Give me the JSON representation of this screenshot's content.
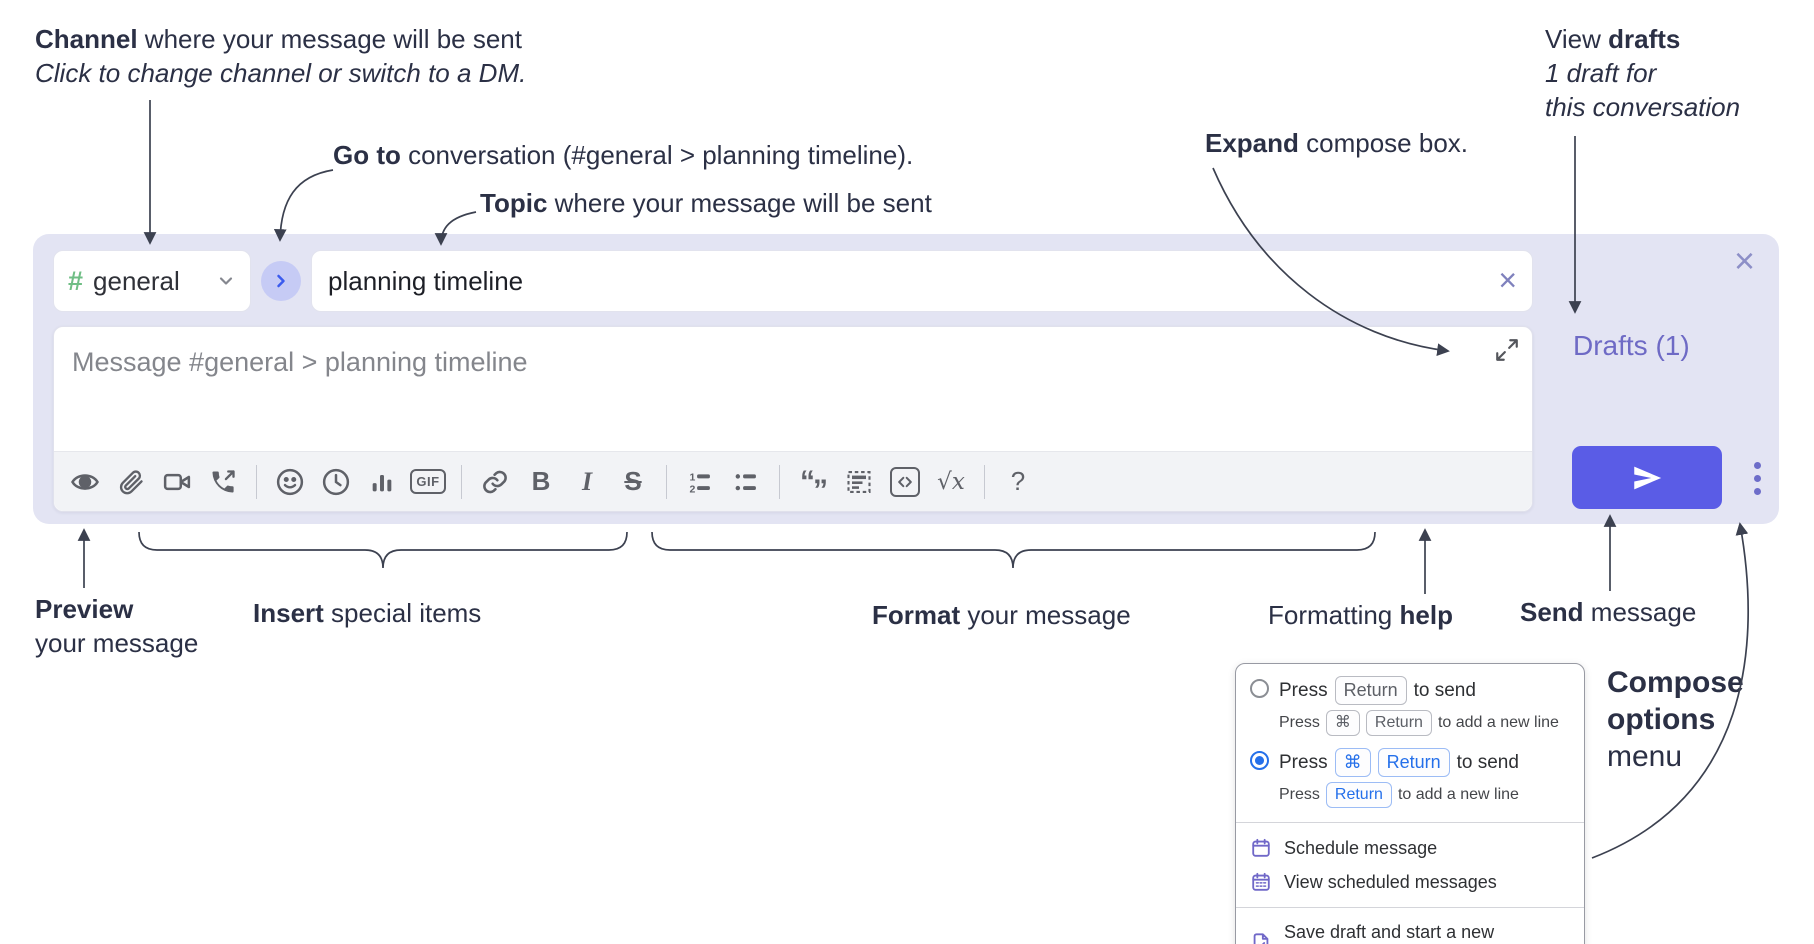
{
  "annotations": {
    "channel": {
      "bold": "Channel",
      "rest": " where your message will be sent",
      "line2": "Click to change channel or switch to a DM."
    },
    "goto": {
      "bold": "Go to",
      "rest": " conversation (#general > planning timeline)."
    },
    "topic": {
      "bold": "Topic",
      "rest": " where your message will be sent"
    },
    "expand": {
      "bold": "Expand",
      "rest": " compose box."
    },
    "drafts": {
      "pre": "View ",
      "bold": "drafts",
      "line2": "1 draft for",
      "line3": "this conversation"
    },
    "preview": {
      "bold": "Preview",
      "line2": "your message"
    },
    "insert": {
      "bold": "Insert",
      "rest": " special items"
    },
    "format": {
      "bold": "Format",
      "rest": " your message"
    },
    "fmthelp": {
      "pre": "Formatting ",
      "bold": "help"
    },
    "send": {
      "bold": "Send",
      "rest": " message"
    },
    "compose_opts": {
      "line1": "Compose",
      "line2": "options",
      "line3": "menu"
    }
  },
  "compose": {
    "channel_hash": "#",
    "channel_name": "general",
    "goto_chevron": "›",
    "topic_value": "planning timeline",
    "topic_clear": "×",
    "message_placeholder": "Message #general > planning timeline",
    "close": "×",
    "drafts_link": "Drafts (1)"
  },
  "toolbar": {
    "gif": "GIF",
    "bold": "B",
    "italic": "I",
    "strike": "S",
    "quote_open": "“",
    "quote_close": "”",
    "math": "√x",
    "help": "?"
  },
  "options_menu": {
    "opt1": {
      "press": "Press",
      "key1": "Return",
      "after": "to send",
      "sub_press": "Press",
      "sub_key1": "⌘",
      "sub_key2": "Return",
      "sub_after": "to add a new line"
    },
    "opt2": {
      "press": "Press",
      "key1": "⌘",
      "key2": "Return",
      "after": "to send",
      "sub_press": "Press",
      "sub_key1": "Return",
      "sub_after": "to add a new line"
    },
    "items": [
      {
        "label": "Schedule message"
      },
      {
        "label": "View scheduled messages"
      },
      {
        "label": "Save draft and start a new message"
      }
    ]
  },
  "colors": {
    "compose_bg": "#e3e4f3",
    "send_button": "#5a5ce6",
    "drafts_link": "#6e6ac5",
    "hash_green": "#6fbe85",
    "goto_circle_bg": "#c6cbf5",
    "goto_chevron_blue": "#3b5bee",
    "selected_radio_blue": "#2570ea",
    "menu_icon_purple": "#7068c8",
    "toolbar_icon_gray": "#5f6168"
  }
}
